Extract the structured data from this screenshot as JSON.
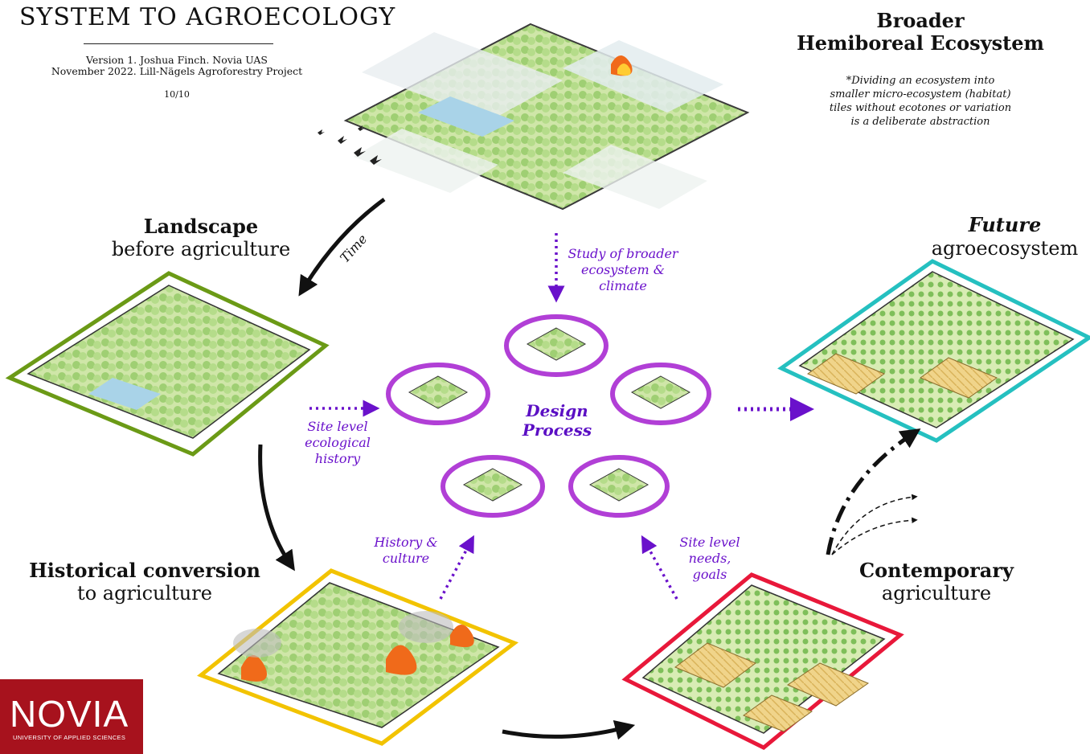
{
  "header": {
    "title": "SYSTEM TO AGROECOLOGY",
    "credits_line1": "Version 1. Joshua Finch. Novia UAS",
    "credits_line2": "November 2022. Lill-Nägels Agroforestry Project",
    "page": "10/10"
  },
  "broader": {
    "title_line1": "Broader",
    "title_line2": "Hemiboreal Ecosystem",
    "note": "*Dividing an ecosystem into smaller micro-ecosystem (habitat) tiles without ecotones or variation is a deliberate abstraction"
  },
  "stages": {
    "landscape": {
      "title": "Landscape",
      "subtitle": "before agriculture",
      "frame_color": "#6b9a16"
    },
    "historical": {
      "title": "Historical conversion",
      "subtitle": "to agriculture",
      "frame_color": "#f2c300"
    },
    "contemporary": {
      "title": "Contemporary",
      "subtitle": "agriculture",
      "frame_color": "#e8183a"
    },
    "future": {
      "title": "Future",
      "subtitle": "agroecosystem",
      "frame_color": "#25c0c0"
    }
  },
  "arrows": {
    "time": "Time",
    "study": "Study of broader ecosystem & climate",
    "site_history": "Site level ecological history",
    "history_culture": "History & culture",
    "site_needs": "Site level needs, goals"
  },
  "design": {
    "line1": "Design",
    "line2": "Process",
    "ring_color": "#b13fd6"
  },
  "logo": {
    "name": "NOVIA",
    "subtitle": "UNIVERSITY OF APPLIED SCIENCES"
  },
  "colors": {
    "purple": "#6a11cb",
    "black": "#111111"
  }
}
